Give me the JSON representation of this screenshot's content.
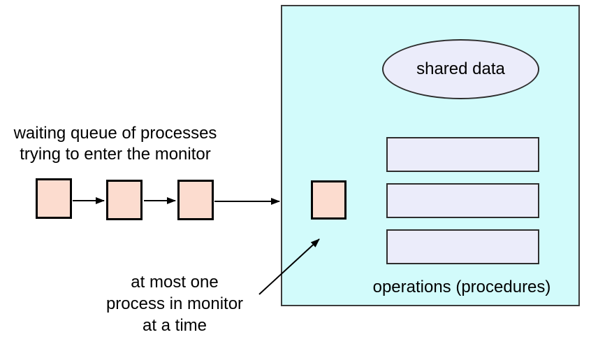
{
  "colors": {
    "background": "#ffffff",
    "text": "#000000",
    "monitor-fill": "#d2fbfb",
    "monitor-border": "#3c3c3c",
    "op-fill": "#ebecfa",
    "op-border": "#2e2e2e",
    "process-fill": "#fcdccf",
    "process-border": "#000000",
    "arrow": "#000000"
  },
  "labels": {
    "waiting_queue_line1": "waiting queue of processes",
    "waiting_queue_line2": "trying to enter the monitor",
    "shared_data": "shared data",
    "operations": "operations (procedures)",
    "at_most_line1": "at most one",
    "at_most_line2": "process in monitor",
    "at_most_line3": "at a time"
  },
  "structure": {
    "queue_process_count": 3,
    "processes_in_monitor": 1,
    "operation_slot_count": 3
  }
}
